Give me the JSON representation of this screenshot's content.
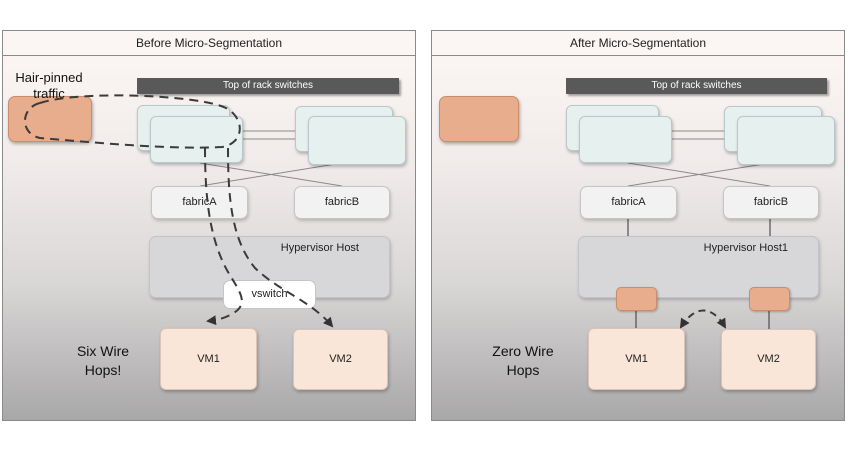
{
  "before": {
    "title": "Before Micro-Segmentation",
    "tor_label": "Top of rack switches",
    "fabric_a": "fabricA",
    "fabric_b": "fabricB",
    "host_label": "Hypervisor Host",
    "vswitch_label": "vswitch",
    "vm1": "VM1",
    "vm2": "VM2",
    "hairpin_line1": "Hair-pinned",
    "hairpin_line2": "traffic",
    "hops_line1": "Six Wire",
    "hops_line2": "Hops!"
  },
  "after": {
    "title": "After Micro-Segmentation",
    "tor_label": "Top of rack switches",
    "fabric_a": "fabricA",
    "fabric_b": "fabricB",
    "host_label": "Hypervisor Host1",
    "vm1": "VM1",
    "vm2": "VM2",
    "hops_line1": "Zero Wire",
    "hops_line2": "Hops"
  },
  "colors": {
    "accent_orange": "#e7ad8c",
    "vm_fill": "#fae6d8",
    "switch_fill": "#e6f0ef",
    "tor_bar": "#595959"
  }
}
